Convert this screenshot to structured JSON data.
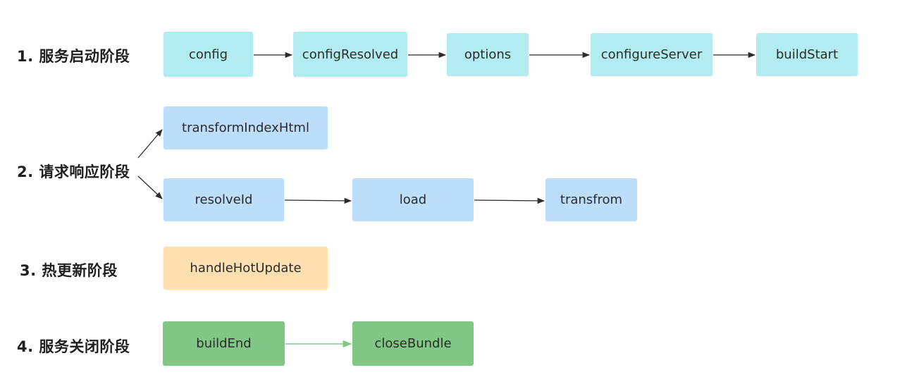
{
  "stages": [
    {
      "label": "1. 服务启动阶段"
    },
    {
      "label": "2. 请求响应阶段"
    },
    {
      "label": "3. 热更新阶段"
    },
    {
      "label": "4. 服务关闭阶段"
    }
  ],
  "nodes": {
    "config": "config",
    "configResolved": "configResolved",
    "options": "options",
    "configureServer": "configureServer",
    "buildStart": "buildStart",
    "transformIndexHtml": "transformIndexHtml",
    "resolveId": "resolveId",
    "load": "load",
    "transfrom": "transfrom",
    "handleHotUpdate": "handleHotUpdate",
    "buildEnd": "buildEnd",
    "closeBundle": "closeBundle"
  },
  "colors": {
    "startup": "#b2ebf0",
    "request": "#bcdefa",
    "hot_update": "#fddfb0",
    "shutdown": "#80c684",
    "arrow": "#2b2b2b",
    "arrow_green": "#80c684"
  }
}
